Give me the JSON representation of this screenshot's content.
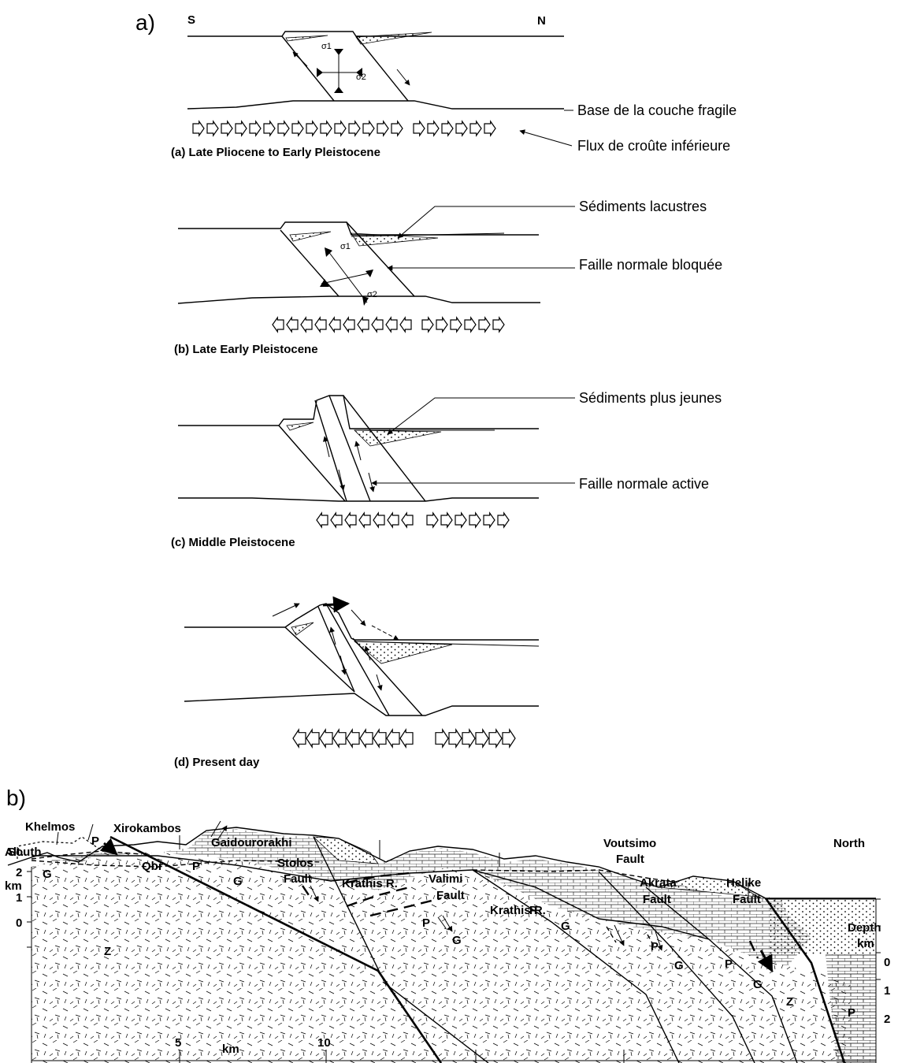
{
  "panel_a": {
    "label": "a)",
    "south": "S",
    "north": "N",
    "stages": [
      {
        "caption": "(a)  Late Pliocene  to Early Pleistocene"
      },
      {
        "caption": "(b)  Late Early Pleistocene"
      },
      {
        "caption": "(c) Middle Pleistocene"
      },
      {
        "caption": "(d) Present day"
      }
    ],
    "annotations": {
      "base": "Base de la couche fragile",
      "flux": "Flux de croûte inférieure",
      "lacustres": "Sédiments lacustres",
      "bloquee": "Faille normale bloquée",
      "jeunes": "Sédiments plus jeunes",
      "active": "Faille normale active"
    },
    "sigma1": "σ1",
    "sigma2": "σ2"
  },
  "panel_b": {
    "label": "b)",
    "places": {
      "khelmos": "Khelmos",
      "south": "South",
      "xirokambos": "Xirokambos",
      "gaidourorakhi": "Gaidourorakhi",
      "qbr": "Qbr",
      "stolos1": "Stolos",
      "stolos2": "Fault",
      "krathis1": "Krathis R.",
      "valimi1": "Valimi",
      "valimi2": "Fault",
      "krathis2": "Krathis R.",
      "voutsimo1": "Voutsimo",
      "voutsimo2": "Fault",
      "akrata1": "Akrata",
      "akrata2": "Fault",
      "helike1": "Helike",
      "helike2": "Fault",
      "north": "North"
    },
    "units": {
      "p": "P",
      "g": "G",
      "z": "Z"
    },
    "left_axis": {
      "title1": "Alt.",
      "title2": "km",
      "ticks": [
        "2",
        "1",
        "0"
      ]
    },
    "right_axis": {
      "title1": "Depth",
      "title2": "km",
      "ticks": [
        "0",
        "1",
        "2"
      ]
    },
    "scale": {
      "t5": "5",
      "t10": "10",
      "unit": "km"
    }
  }
}
